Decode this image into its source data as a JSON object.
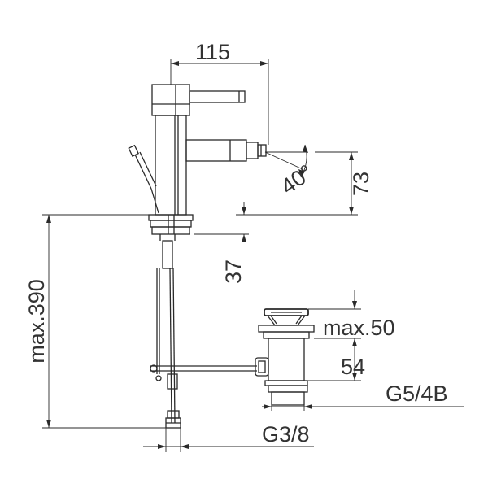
{
  "drawing": {
    "labels": {
      "width_115": "115",
      "angle_40": "40°",
      "height_73": "73",
      "height_37": "37",
      "max_390": "max.390",
      "max_50": "max.50",
      "height_54": "54",
      "thread_waste": "G5/4B",
      "thread_supply": "G3/8"
    },
    "line_color": "#2a2a2a",
    "text_color": "#333333"
  }
}
